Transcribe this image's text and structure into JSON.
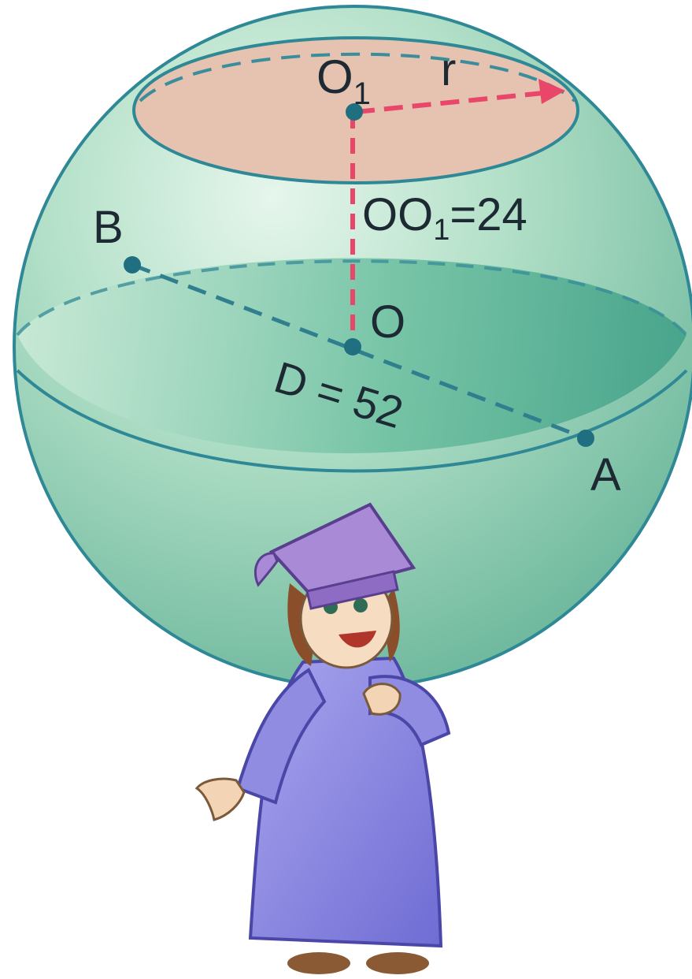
{
  "labels": {
    "o1_main": "O",
    "o1_sub": "1",
    "r": "r",
    "oo1_a": "OO",
    "oo1_sub": "1",
    "oo1_b": "=24",
    "b": "B",
    "o": "O",
    "d": "D = 52",
    "a": "A"
  },
  "colors": {
    "sphere_fill": "#a9d9bf",
    "sphere_outline": "#2f8896",
    "section_fill": "#e6c2b0",
    "equator_fill": "#5db99c",
    "points": "#1f6f80",
    "dashed_radius": "#e8476a",
    "dashed_lines": "#3a8d9a",
    "robe": "#8d8be0",
    "cap": "#a98ad6"
  }
}
